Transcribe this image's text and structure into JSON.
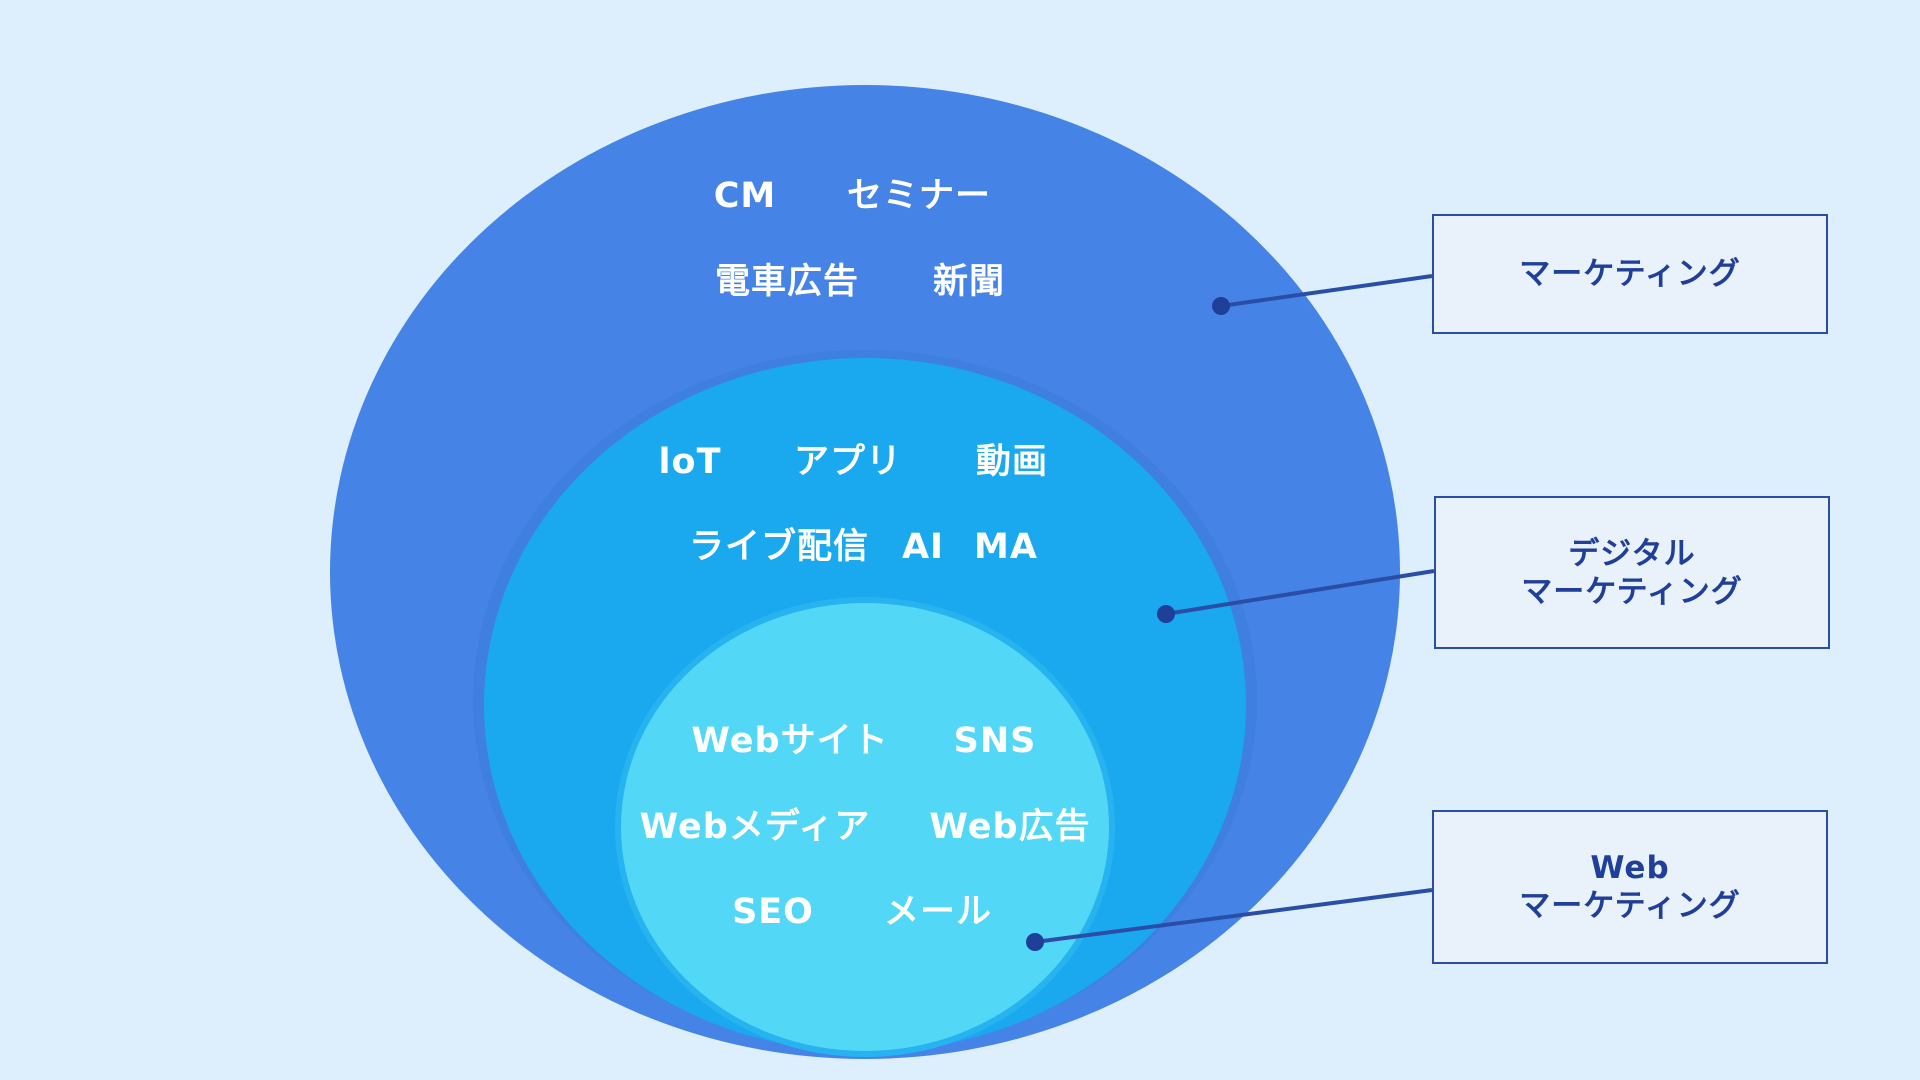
{
  "colors": {
    "background": "#ddeffd",
    "outer_ellipse": "#4584e6",
    "middle_ellipse": "#1aa9ee",
    "inner_ellipse": "#52d7f7",
    "term_text": "#ffffff",
    "label_text": "#1f3f98",
    "label_border": "#2a4ea6",
    "label_fill": "#e9f1fb",
    "connector": "#2a4ea6"
  },
  "layers": {
    "marketing": {
      "terms": {
        "cm": "CM",
        "seminar": "セミナー",
        "train_ad": "電車広告",
        "newspaper": "新聞"
      },
      "label": {
        "line1": "マーケティング"
      }
    },
    "digital": {
      "terms": {
        "iot": "loT",
        "app": "アプリ",
        "video": "動画",
        "live": "ライブ配信",
        "ai": "AI",
        "ma": "MA"
      },
      "label": {
        "line1": "デジタル",
        "line2": "マーケティング"
      }
    },
    "web": {
      "terms": {
        "website": "Webサイト",
        "sns": "SNS",
        "web_media": "Webメディア",
        "web_ad": "Web広告",
        "seo": "SEO",
        "mail": "メール"
      },
      "label": {
        "line1": "Web",
        "line2": "マーケティング"
      }
    }
  }
}
